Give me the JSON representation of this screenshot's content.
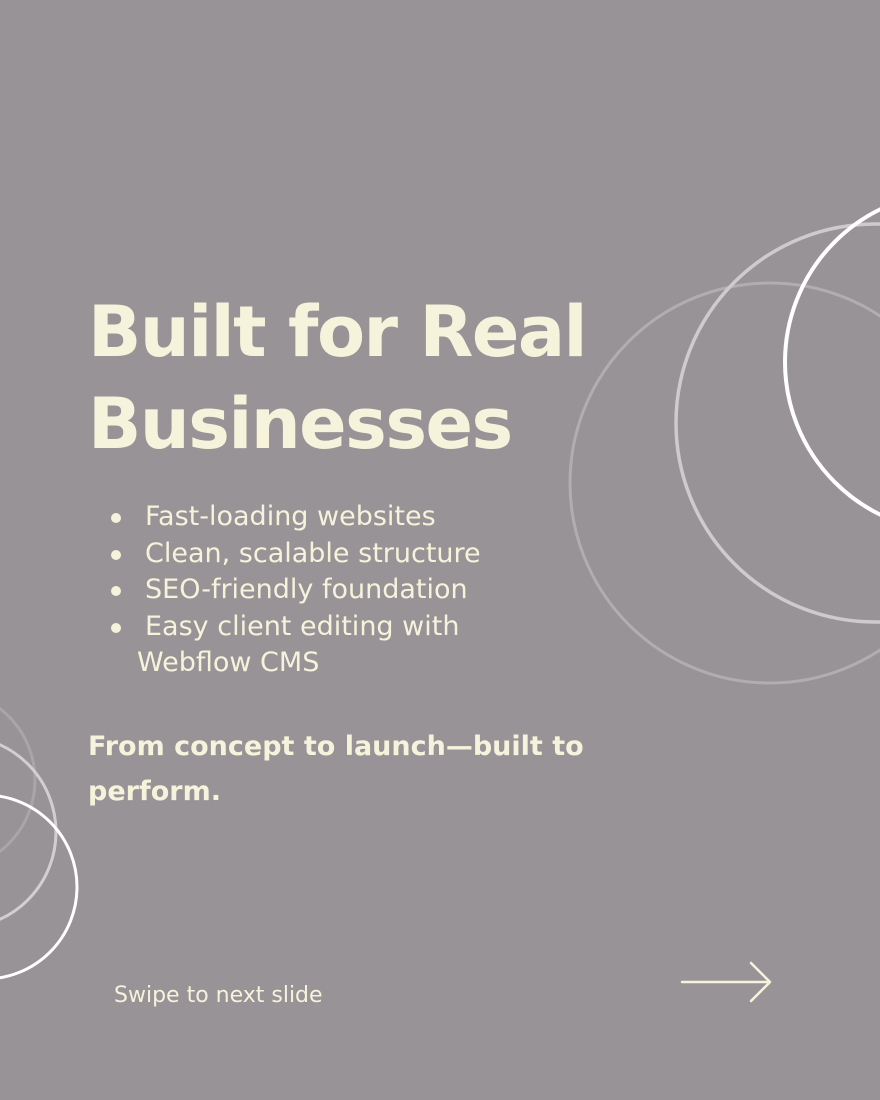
{
  "slide": {
    "background_color": "#989396",
    "text_color": "#f6f3dc",
    "title_lines": [
      "Built for Real",
      "Businesses"
    ],
    "features": [
      {
        "text": "Fast-loading websites",
        "continuation": ""
      },
      {
        "text": "Clean, scalable structure",
        "continuation": ""
      },
      {
        "text": "SEO-friendly foundation",
        "continuation": ""
      },
      {
        "text": "Easy client editing with",
        "continuation": "Webflow CMS"
      }
    ],
    "tagline": "From concept to launch—built to perform.",
    "swipe_hint": "Swipe to next slide",
    "next_icon": "arrow-right-icon",
    "decoration_icon": "outline-circles"
  }
}
